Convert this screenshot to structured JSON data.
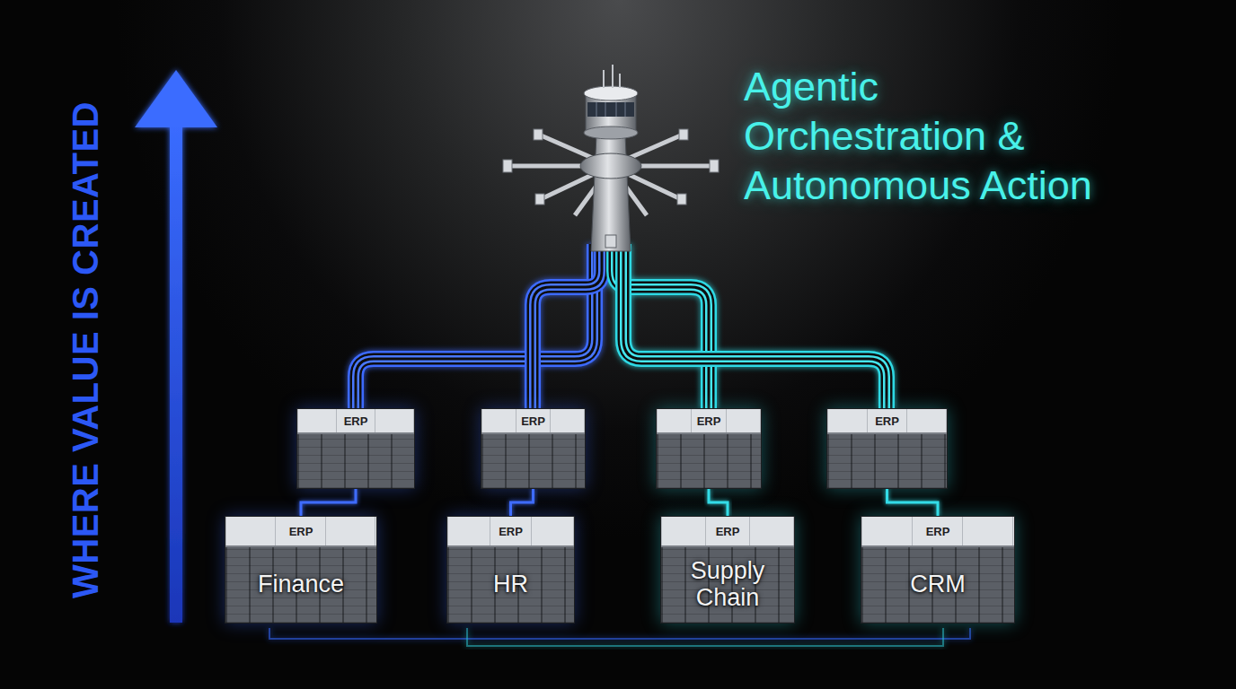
{
  "diagram": {
    "title": "Agentic Orchestration & Autonomous Action",
    "nodes": [
      {
        "text": [
          "ERP"
        ]
      },
      {
        "text": [
          "ERP"
        ]
      },
      {
        "text": [
          "ERP"
        ]
      },
      {
        "text": [
          "ERP"
        ]
      },
      {
        "text": [
          "ERP",
          "Finance"
        ]
      },
      {
        "text": [
          "ERP",
          "HR"
        ]
      },
      {
        "text": [
          "ERP",
          "Supply Chain"
        ]
      },
      {
        "text": [
          "ERP",
          "CRM"
        ]
      }
    ],
    "edges": [
      {
        "from": 0,
        "to": 4,
        "arrow": "none"
      },
      {
        "from": 1,
        "to": 5,
        "arrow": "none"
      },
      {
        "from": 2,
        "to": 6,
        "arrow": "none"
      },
      {
        "from": 3,
        "to": 7,
        "arrow": "none"
      },
      {
        "from": 4,
        "to": 5,
        "arrow": "none"
      },
      {
        "from": 5,
        "to": 6,
        "arrow": "none"
      },
      {
        "from": 6,
        "to": 7,
        "arrow": "none"
      }
    ],
    "labels": [
      "WHERE VALUE IS CREATED"
    ]
  }
}
